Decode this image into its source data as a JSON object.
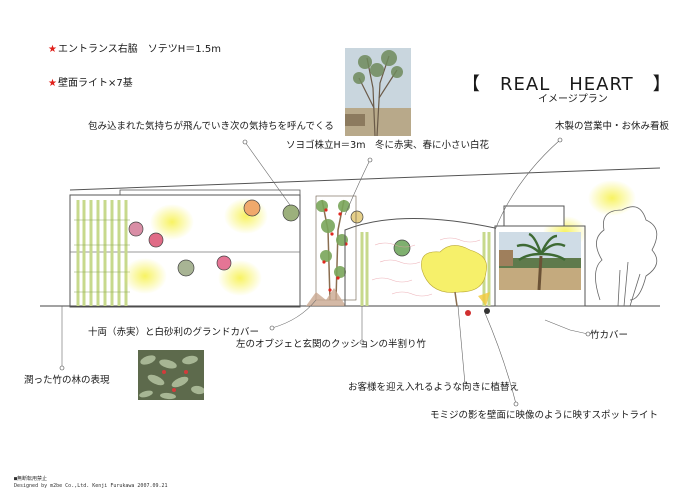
{
  "legend": {
    "item1": "エントランス右脇　ソテツH＝1.5m",
    "item2": "壁面ライト×7基",
    "star_color": "#e0201a"
  },
  "title": {
    "main": "【　REAL　HEART　】",
    "sub": "イメージプラン"
  },
  "notes": {
    "wall_feel": "包み込まれた気持ちが飛んでいき次の気持ちを呼んでくる",
    "sotsugo": "ソヨゴ株立H＝3m　冬に赤実、春に小さい白花",
    "signboard": "木製の営業中・お休み看板",
    "groundcover": "十両（赤実）と白砂利のグランドカバー",
    "bamboo_half": "左のオブジェと玄関のクッションの半割り竹",
    "bamboo_cover": "竹カバー",
    "bamboo_forest": "潤った竹の林の表現",
    "planting": "お客様を迎え入れるような向きに植替え",
    "spotlight": "モミジの影を壁面に映像のように映すスポットライト"
  },
  "footer": {
    "line1": "■無断転用禁止",
    "line2": "Designed by m2be Co.,Ltd. Kenji Furukawa 2007.09.21"
  },
  "icons": {
    "star": "red-star-icon",
    "wall_light": "yellow-glow-icon",
    "ornament": "sphere-ornament-icon"
  }
}
